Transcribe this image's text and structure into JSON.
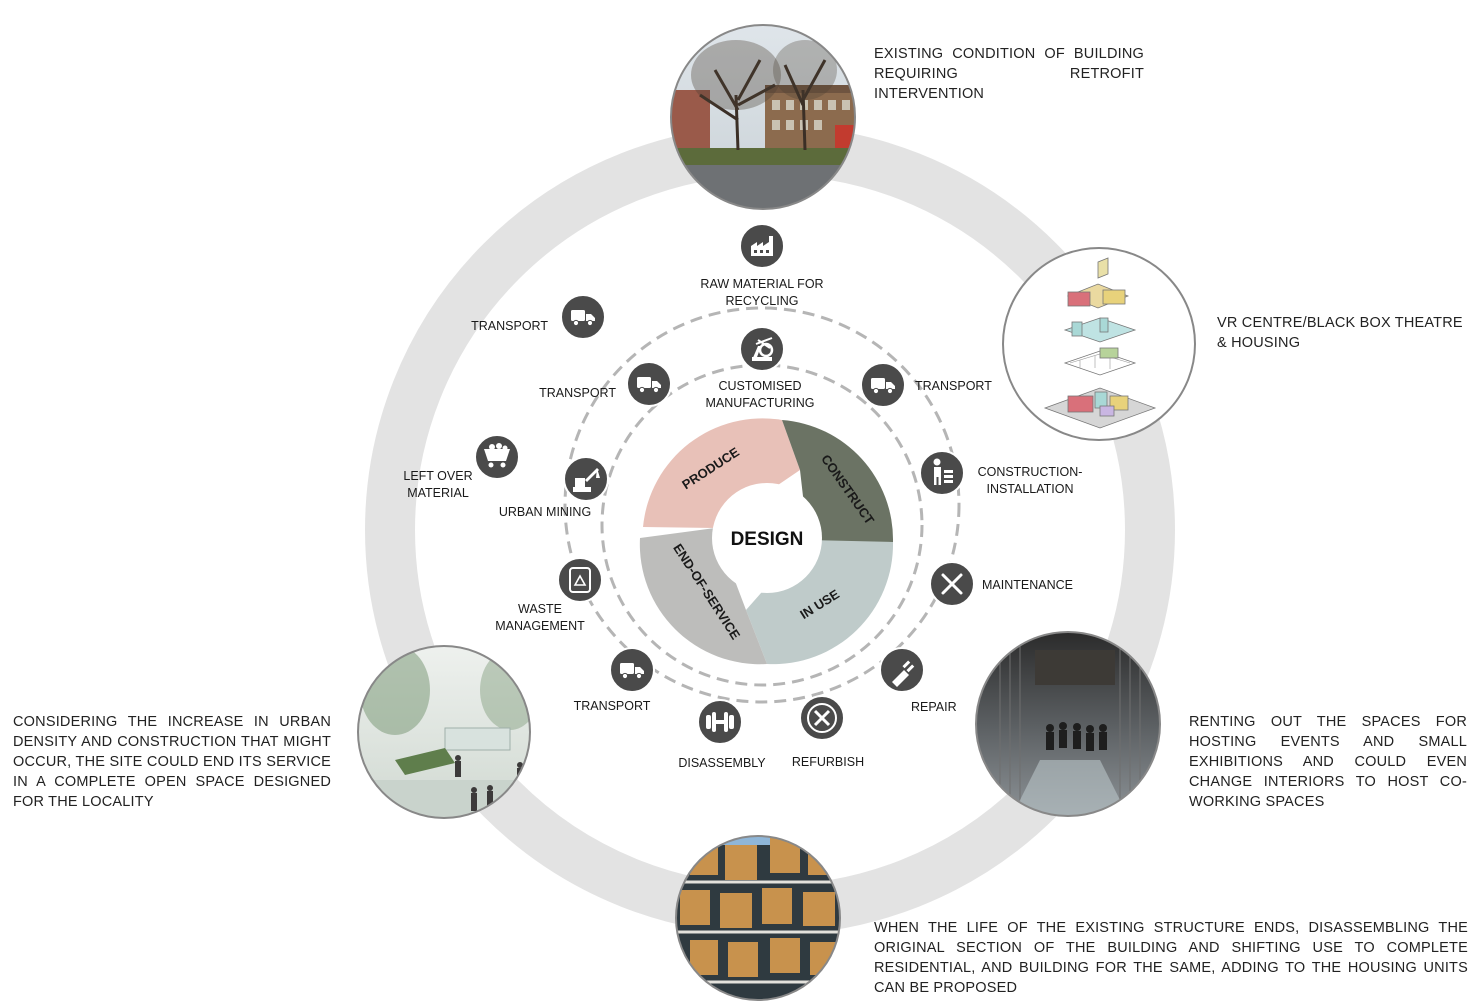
{
  "center": {
    "label": "DESIGN"
  },
  "cycle_segments": [
    {
      "id": "produce",
      "label": "PRODUCE",
      "color": "#e8c1b8"
    },
    {
      "id": "construct",
      "label": "CONSTRUCT",
      "color": "#6b7364"
    },
    {
      "id": "in_use",
      "label": "IN USE",
      "color": "#bfcbca"
    },
    {
      "id": "end_of_service",
      "label": "END-OF-SERVICE",
      "color": "#bdbdbb"
    }
  ],
  "inner_ring_nodes": [
    {
      "label1": "CUSTOMISED",
      "label2": "MANUFACTURING",
      "icon": "crane-gear-icon"
    },
    {
      "label1": "TRANSPORT",
      "label2": "",
      "icon": "truck-icon"
    },
    {
      "label1": "URBAN MINING",
      "label2": "",
      "icon": "excavator-icon"
    }
  ],
  "outer_ring_nodes": [
    {
      "label1": "RAW MATERIAL FOR",
      "label2": "RECYCLING",
      "icon": "factory-icon"
    },
    {
      "label1": "TRANSPORT",
      "label2": "",
      "icon": "truck-icon"
    },
    {
      "label1": "CONSTRUCTION-",
      "label2": "INSTALLATION",
      "icon": "builder-icon"
    },
    {
      "label1": "MAINTENANCE",
      "label2": "",
      "icon": "wrench-screwdriver-icon"
    },
    {
      "label1": "REPAIR",
      "label2": "",
      "icon": "plug-icon"
    },
    {
      "label1": "REFURBISH",
      "label2": "",
      "icon": "refurbish-tools-icon"
    },
    {
      "label1": "DISASSEMBLY",
      "label2": "",
      "icon": "dumbbell-icon"
    },
    {
      "label1": "TRANSPORT",
      "label2": "",
      "icon": "truck-icon"
    },
    {
      "label1": "WASTE",
      "label2": "MANAGEMENT",
      "icon": "recycle-bin-icon"
    },
    {
      "label1": "LEFT OVER",
      "label2": "MATERIAL",
      "icon": "mine-cart-icon"
    },
    {
      "label1": "TRANSPORT",
      "label2": "",
      "icon": "truck-icon"
    }
  ],
  "scenarios": [
    {
      "id": "existing",
      "text": "EXISTING CONDITION OF BUILDING REQUIRING RETROFIT INTERVENTION",
      "image": "existing-building-photo"
    },
    {
      "id": "vr",
      "text": "VR CENTRE/BLACK BOX THEATRE & HOUSING",
      "image": "exploded-axonometric"
    },
    {
      "id": "renting",
      "text": "RENTING OUT THE SPACES FOR HOSTING EVENTS AND SMALL EXHIBITIONS AND COULD EVEN CHANGE INTERIORS TO HOST CO-WORKING SPACES",
      "image": "event-hall-photo"
    },
    {
      "id": "residential",
      "text": "WHEN THE LIFE OF THE EXISTING STRUCTURE ENDS, DISASSEMBLING THE ORIGINAL SECTION OF THE BUILDING AND SHIFTING USE TO COMPLETE RESIDENTIAL, AND BUILDING FOR THE SAME, ADDING TO THE HOUSING UNITS CAN BE PROPOSED",
      "image": "residential-facade-photo"
    },
    {
      "id": "open_space",
      "text": "CONSIDERING THE INCREASE IN URBAN DENSITY AND CONSTRUCTION THAT MIGHT OCCUR, THE SITE COULD END ITS SERVICE IN A COMPLETE OPEN SPACE DESIGNED FOR THE LOCALITY",
      "image": "open-space-rendering"
    }
  ],
  "colors": {
    "icon_bg": "#4a4a4a",
    "dash": "#b5b5b5",
    "big_ring": "#e3e3e3"
  }
}
